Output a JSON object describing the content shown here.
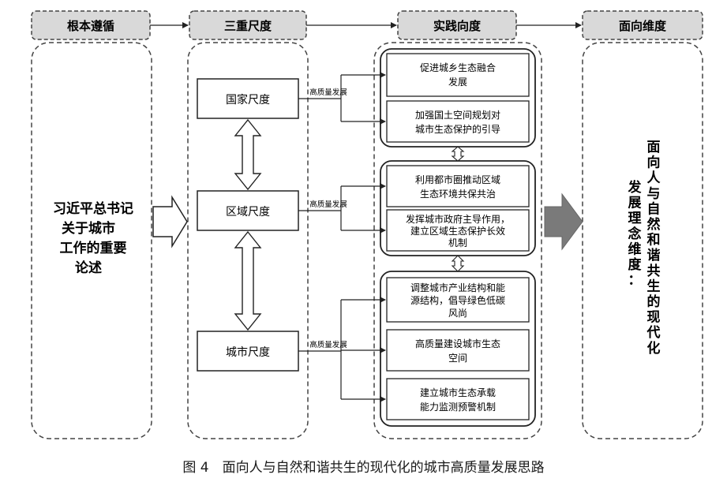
{
  "headers": {
    "h1": "根本遵循",
    "h2": "三重尺度",
    "h3": "实践向度",
    "h4": "面向维度"
  },
  "left_text": [
    "习近平总书记",
    "关于城市",
    "工作的重要",
    "论述"
  ],
  "scales": {
    "national": "国家尺度",
    "regional": "区域尺度",
    "city": "城市尺度"
  },
  "edge_label": "高质量发展",
  "practices": {
    "p1": [
      "促进城乡生态融合",
      "发展"
    ],
    "p2": [
      "加强国土空间规划对",
      "城市生态保护的引导"
    ],
    "p3": [
      "利用都市圈推动区域",
      "生态环境共保共治"
    ],
    "p4": [
      "发挥城市政府主导作用，",
      "建立区域生态保护长效",
      "机制"
    ],
    "p5": [
      "调整城市产业结构和能",
      "源结构，倡导绿色低碳",
      "风尚"
    ],
    "p6": [
      "高质量建设城市生态",
      "空间"
    ],
    "p7": [
      "建立城市生态承载",
      "能力监测预警机制"
    ]
  },
  "right_col1": [
    "面",
    "向",
    "人",
    "与",
    "自",
    "然",
    "和",
    "谐",
    "共",
    "生",
    "的",
    "现",
    "代",
    "化"
  ],
  "right_col2": [
    "发",
    "展",
    "理",
    "念",
    "维",
    "度",
    "："
  ],
  "caption": "图 4　面向人与自然和谐共生的现代化的城市高质量发展思路"
}
